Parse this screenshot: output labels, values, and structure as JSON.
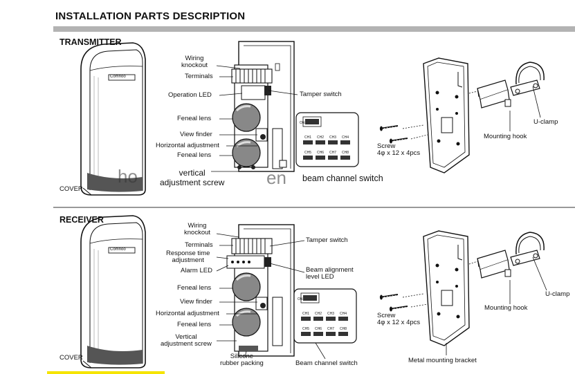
{
  "page_title": "INSTALLATION PARTS DESCRIPTION",
  "colors": {
    "rule": "#b3b3b3",
    "ink": "#111111",
    "highlight": "#f5e400"
  },
  "transmitter": {
    "heading": "TRANSMITTER",
    "cover": "COVER",
    "brand_badge": "Comnoo",
    "labels": {
      "wiring_knockout": "Wiring\nknockout",
      "terminals": "Terminals",
      "operation_led": "Operation LED",
      "tamper_switch": "Tamper switch",
      "feneal_lens_1": "Feneal lens",
      "view_finder": "View finder",
      "horizontal_adjustment": "Horizontal adjustment",
      "feneal_lens_2": "Feneal lens",
      "vertical_adjustment": "vertical\nadjustment screw",
      "beam_channel_switch": "beam channel switch",
      "screw": "Screw\n4φ x 12 x 4pcs",
      "mounting_hook": "Mounting hook",
      "u_clamp": "U-clamp"
    },
    "switch_panel": {
      "on": "ON",
      "channels": [
        "CH1",
        "CH2",
        "CH3",
        "CH4",
        "CH5",
        "CH6",
        "CH7",
        "CH8"
      ]
    }
  },
  "receiver": {
    "heading": "RECEIVER",
    "cover": "COVER",
    "brand_badge": "Comnoo",
    "labels": {
      "wiring_knockout": "Wiring\nknockout",
      "terminals": "Terminals",
      "response_time": "Response time\nadjustment",
      "alarm_led": "Alarm LED",
      "tamper_switch": "Tamper switch",
      "beam_alignment": "Beam alignment\nlevel LED",
      "feneal_lens_1": "Feneal lens",
      "view_finder": "View finder",
      "horizontal_adjustment": "Horizontal adjustment",
      "feneal_lens_2": "Feneal lens",
      "vertical_adjustment": "Vertical\nadjustment screw",
      "silicone_packing": "Silicone\nrubber packing",
      "beam_channel_switch": "Beam channel switch",
      "screw": "Screw\n4φ x 12 x 4pcs",
      "mounting_hook": "Mounting hook",
      "u_clamp": "U-clamp",
      "metal_bracket": "Metal mounting bracket"
    },
    "switch_panel": {
      "on": "ON",
      "channels": [
        "CH1",
        "CH2",
        "CH3",
        "CH4",
        "CH5",
        "CH6",
        "CH7",
        "CH8"
      ]
    }
  },
  "watermark": {
    "left": "ho",
    "right": "en"
  }
}
